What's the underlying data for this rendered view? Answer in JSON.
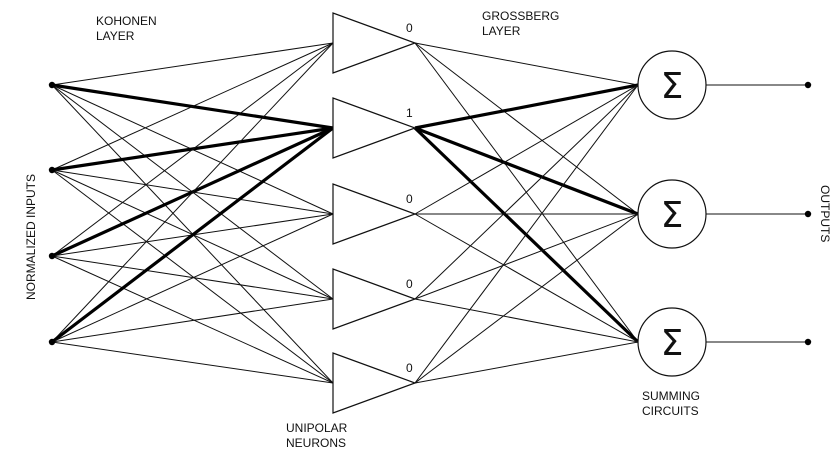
{
  "labels": {
    "kohonen": [
      "KOHONEN",
      "LAYER"
    ],
    "grossberg": [
      "GROSSBERG",
      "LAYER"
    ],
    "normalized_inputs": "NORMALIZED INPUTS",
    "outputs": "OUTPUTS",
    "unipolar": [
      "UNIPOLAR",
      "NEURONS"
    ],
    "summing": [
      "SUMMING",
      "CIRCUITS"
    ]
  },
  "neuron_outputs": [
    "0",
    "1",
    "0",
    "0",
    "0"
  ],
  "summing_symbol": "Σ",
  "network": {
    "inputs": 4,
    "kohonen_neurons": 5,
    "summing_circuits": 3,
    "winning_neuron_index": 1
  }
}
